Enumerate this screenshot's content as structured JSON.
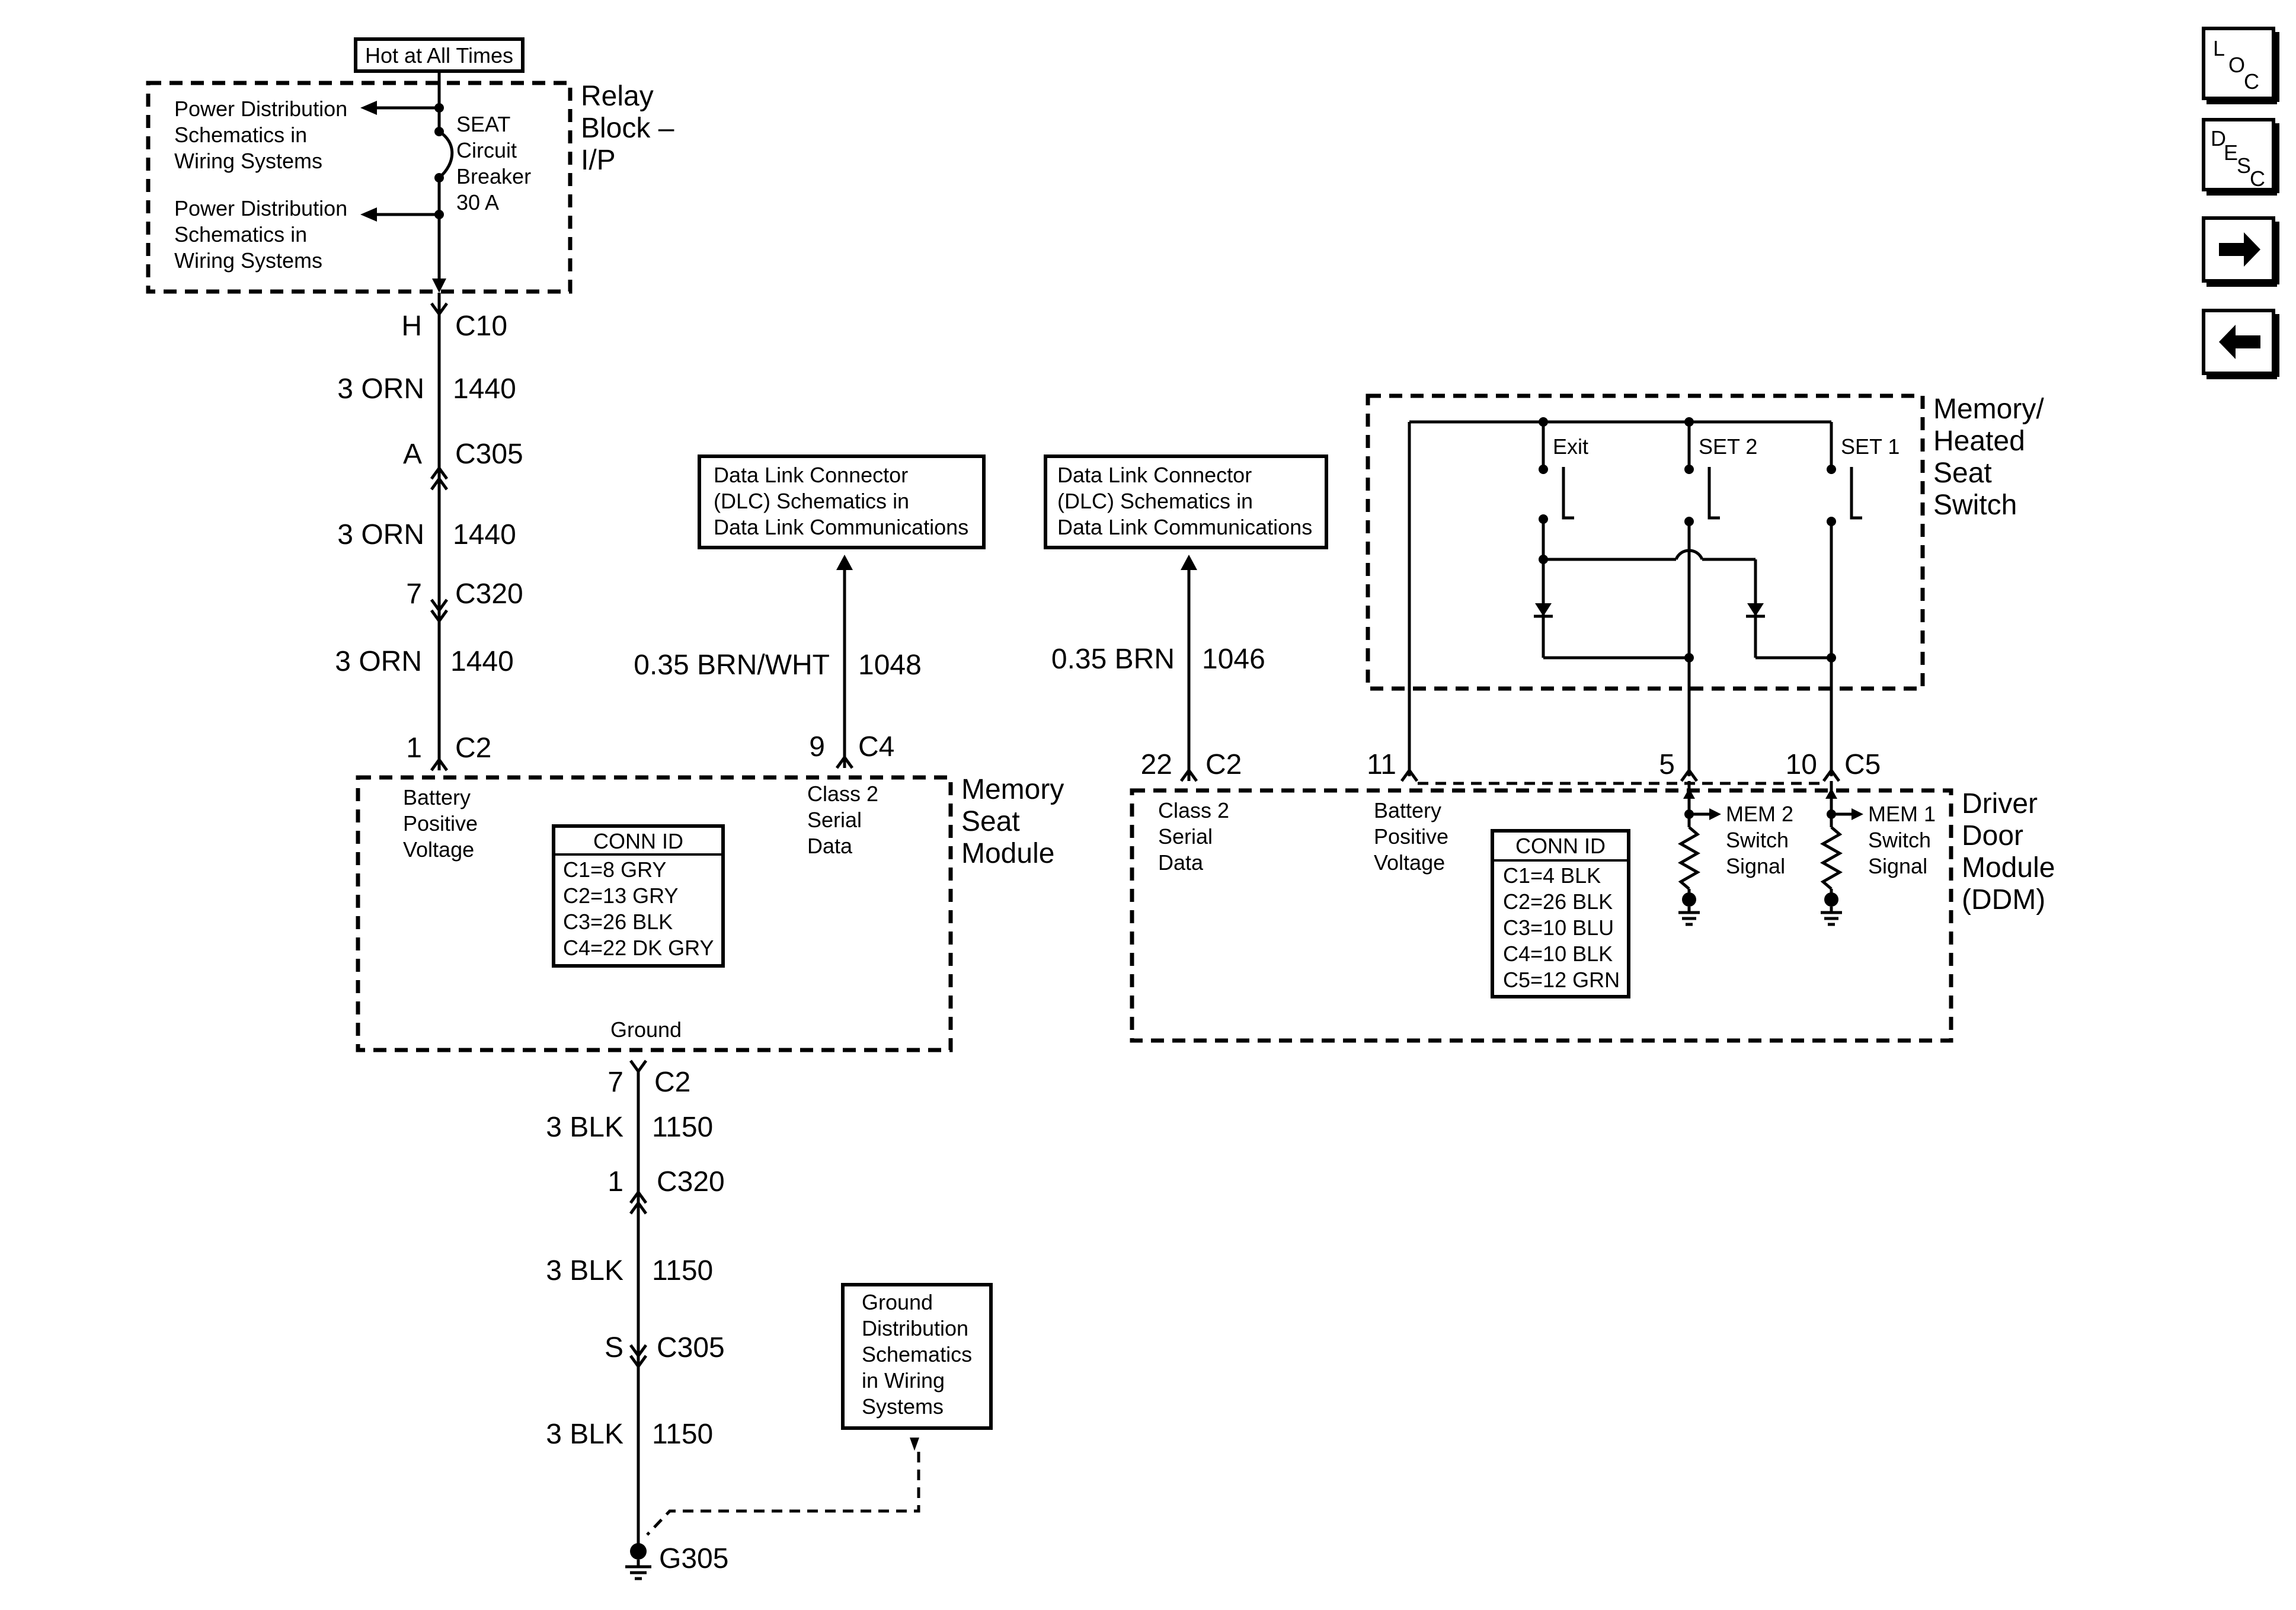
{
  "power": {
    "hot_label": "Hot at All Times",
    "relay_block_line1": "Relay",
    "relay_block_line2": "Block –",
    "relay_block_line3": "I/P",
    "pd_ref1": [
      "Power Distribution",
      "Schematics in",
      "Wiring Systems"
    ],
    "pd_ref2": [
      "Power Distribution",
      "Schematics in",
      "Wiring Systems"
    ],
    "breaker": [
      "SEAT",
      "Circuit",
      "Breaker",
      "30 A"
    ]
  },
  "left_circuit": {
    "c10_pin": "H",
    "c10_name": "C10",
    "wire1_size": "3 ORN",
    "wire1_num": "1440",
    "c305_pin": "A",
    "c305_name": "C305",
    "wire2_size": "3 ORN",
    "wire2_num": "1440",
    "c320_pin": "7",
    "c320_name": "C320",
    "wire3_size": "3 ORN",
    "wire3_num": "1440",
    "c2_pin": "1",
    "c2_name": "C2"
  },
  "dlc_left": {
    "ref": [
      "Data Link Connector",
      "(DLC) Schematics in",
      "Data Link Communications"
    ],
    "wire_size": "0.35 BRN/WHT",
    "wire_num": "1048",
    "pin": "9",
    "conn": "C4"
  },
  "dlc_right": {
    "ref": [
      "Data Link Connector",
      "(DLC) Schematics in",
      "Data Link Communications"
    ],
    "wire_size": "0.35 BRN",
    "wire_num": "1046",
    "pin": "22",
    "conn": "C2"
  },
  "memory_seat_module": {
    "name": [
      "Memory",
      "Seat",
      "Module"
    ],
    "batt_label": [
      "Battery",
      "Positive",
      "Voltage"
    ],
    "serial_label": [
      "Class 2",
      "Serial",
      "Data"
    ],
    "ground_label": "Ground",
    "conn_id_title": "CONN ID",
    "conn_ids": [
      "C1=8 GRY",
      "C2=13 GRY",
      "C3=26 BLK",
      "C4=22 DK GRY"
    ]
  },
  "ground_circuit": {
    "c2_pin": "7",
    "c2_name": "C2",
    "wire1_size": "3 BLK",
    "wire1_num": "1150",
    "c320_pin": "1",
    "c320_name": "C320",
    "wire2_size": "3 BLK",
    "wire2_num": "1150",
    "c305_pin": "S",
    "c305_name": "C305",
    "wire3_size": "3 BLK",
    "wire3_num": "1150",
    "ground_name": "G305",
    "gd_ref": [
      "Ground",
      "Distribution",
      "Schematics",
      "in Wiring",
      "Systems"
    ]
  },
  "memory_switch": {
    "name": [
      "Memory/",
      "Heated",
      "Seat",
      "Switch"
    ],
    "exit_label": "Exit",
    "set2_label": "SET 2",
    "set1_label": "SET 1"
  },
  "ddm": {
    "name": [
      "Driver",
      "Door",
      "Module",
      "(DDM)"
    ],
    "serial_label": [
      "Class 2",
      "Serial",
      "Data"
    ],
    "batt_label": [
      "Battery",
      "Positive",
      "Voltage"
    ],
    "pin_batt": "11",
    "pin_mem2": "5",
    "pin_mem1": "10",
    "conn": "C5",
    "mem2_label": [
      "MEM 2",
      "Switch",
      "Signal"
    ],
    "mem1_label": [
      "MEM 1",
      "Switch",
      "Signal"
    ],
    "conn_id_title": "CONN ID",
    "conn_ids": [
      "C1=4 BLK",
      "C2=26 BLK",
      "C3=10 BLU",
      "C4=10 BLK",
      "C5=12 GRN"
    ]
  },
  "nav": {
    "loc_l": "L",
    "loc_o": "O",
    "loc_c": "C",
    "desc_d": "D",
    "desc_e": "E",
    "desc_s": "S",
    "desc_c": "C",
    "next_icon": "arrow-right-icon",
    "prev_icon": "arrow-left-icon"
  }
}
